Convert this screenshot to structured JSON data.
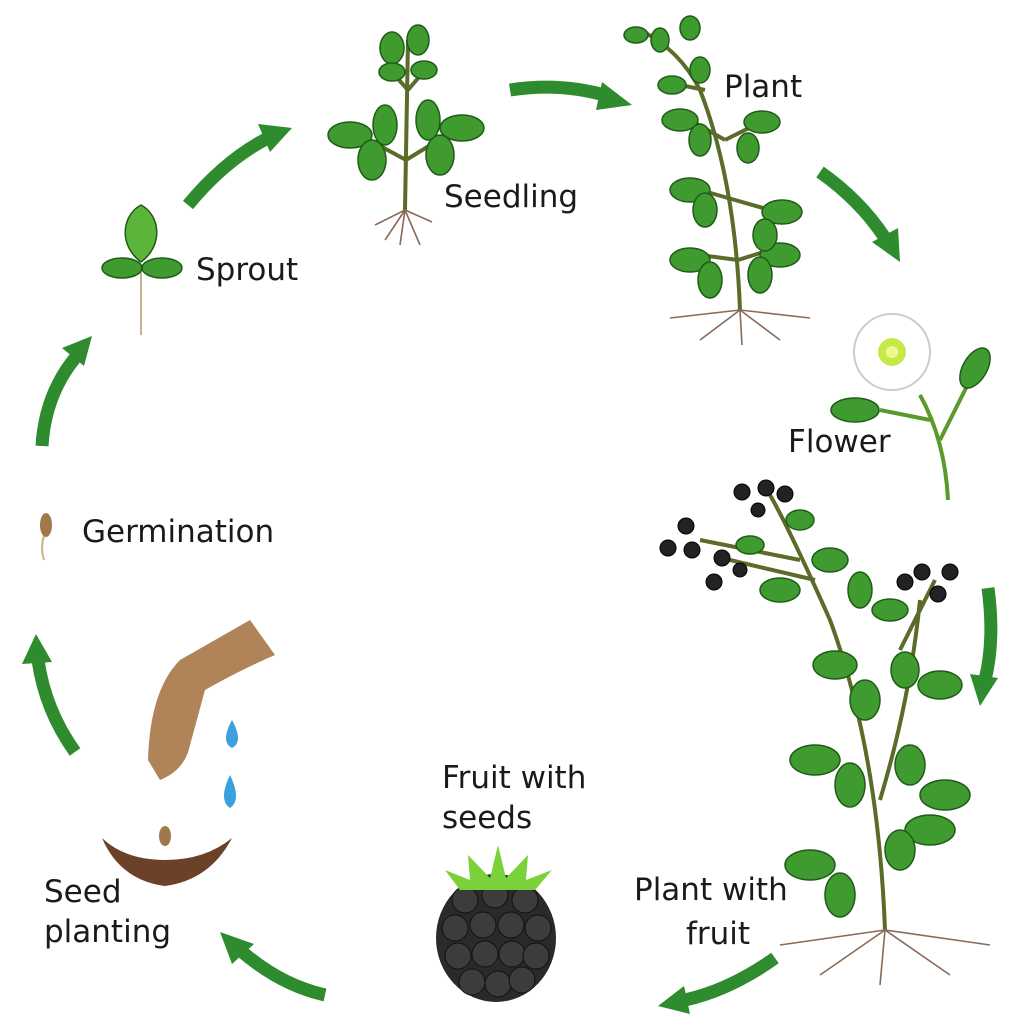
{
  "title": "Blackberry life cycle",
  "stages": {
    "plant": {
      "lines": [
        "Plant"
      ]
    },
    "seedling": {
      "lines": [
        "Seedling"
      ]
    },
    "sprout": {
      "lines": [
        "Sprout"
      ]
    },
    "germination": {
      "lines": [
        "Germination"
      ]
    },
    "flower": {
      "lines": [
        "Flower"
      ]
    },
    "plant_with_fruit": {
      "lines": [
        "Plant with",
        "fruit"
      ]
    },
    "fruit_with_seeds": {
      "lines": [
        "Fruit with",
        "seeds"
      ]
    },
    "seed_planting": {
      "lines": [
        "Seed",
        "planting"
      ]
    }
  },
  "colors": {
    "arrow": "#2e8b2e",
    "leaf": "#3f9a2f",
    "berry": "#222222",
    "hand": "#b08358",
    "water": "#3aa0e0"
  }
}
